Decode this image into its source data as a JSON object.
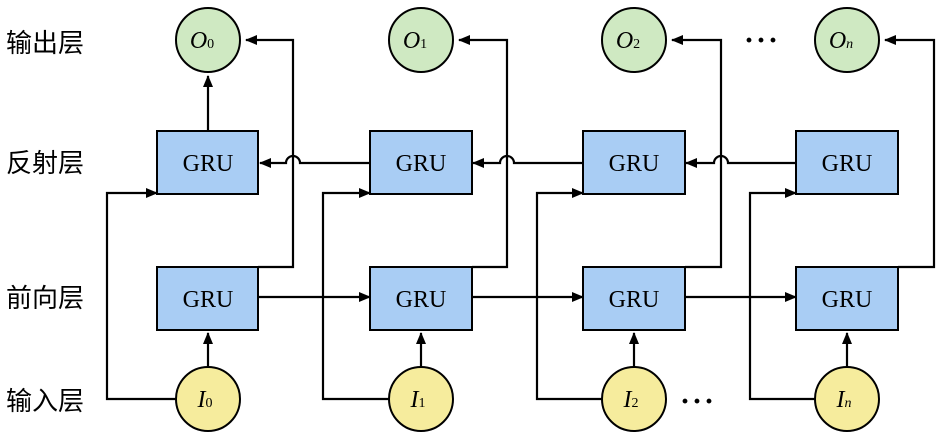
{
  "layers": {
    "output": "输出层",
    "backward": "反射层",
    "forward": "前向层",
    "input": "输入层"
  },
  "gru_label": "GRU",
  "columns": [
    {
      "out_main": "O",
      "out_sub": "0",
      "in_main": "I",
      "in_sub": "0"
    },
    {
      "out_main": "O",
      "out_sub": "1",
      "in_main": "I",
      "in_sub": "1"
    },
    {
      "out_main": "O",
      "out_sub": "2",
      "in_main": "I",
      "in_sub": "2"
    },
    {
      "out_main": "O",
      "out_sub": "n",
      "in_main": "I",
      "in_sub": "n"
    }
  ],
  "ellipsis": "···",
  "colors": {
    "gru_fill": "#a9cdf4",
    "output_fill": "#cfe9c2",
    "input_fill": "#f6ec9d"
  }
}
